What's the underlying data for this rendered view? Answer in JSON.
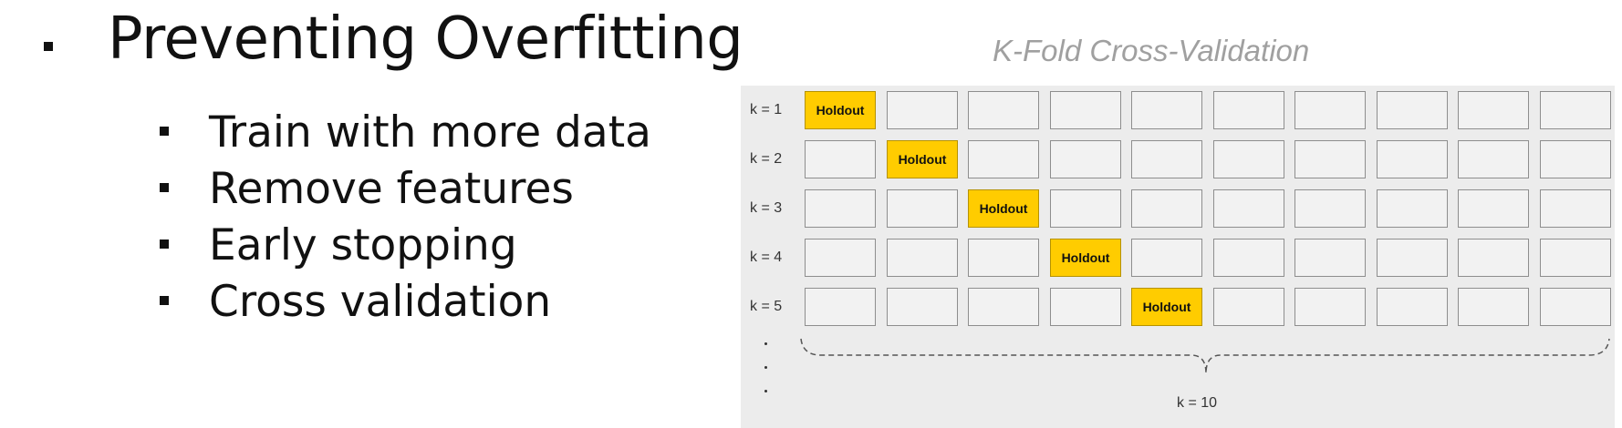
{
  "slide": {
    "title": "Preventing Overfitting",
    "bullets": [
      "Train with more data",
      "Remove features",
      "Early stopping",
      "Cross validation"
    ]
  },
  "diagram": {
    "title": "K-Fold Cross-Validation",
    "fold_count": 10,
    "rows": [
      {
        "label": "k = 1",
        "holdout_index": 0
      },
      {
        "label": "k = 2",
        "holdout_index": 1
      },
      {
        "label": "k = 3",
        "holdout_index": 2
      },
      {
        "label": "k = 4",
        "holdout_index": 3
      },
      {
        "label": "k = 5",
        "holdout_index": 4
      }
    ],
    "holdout_label": "Holdout",
    "total_label": "k = 10",
    "colors": {
      "holdout": "#ffcc00",
      "fold": "#f2f2f2",
      "panel": "#ececec"
    }
  }
}
